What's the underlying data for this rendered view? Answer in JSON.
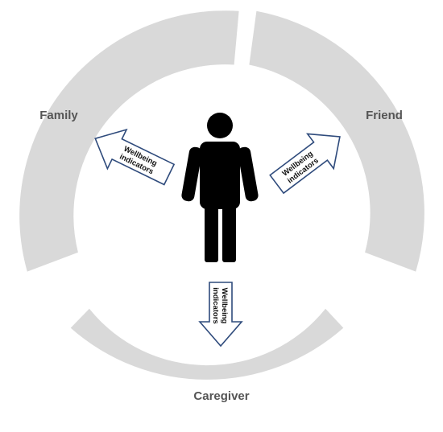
{
  "colors": {
    "ring": "#d9d9d9",
    "figure": "#000000",
    "arrow_stroke": "#2f4b7c",
    "arrow_fill": "#ffffff",
    "label": "#555555"
  },
  "segments": [
    {
      "id": "family",
      "label": "Family"
    },
    {
      "id": "friend",
      "label": "Friend"
    },
    {
      "id": "caregiver",
      "label": "Caregiver"
    }
  ],
  "arrows": [
    {
      "id": "family",
      "line1": "Wellbeing",
      "line2": "indicators"
    },
    {
      "id": "friend",
      "line1": "Wellbeing",
      "line2": "indicators"
    },
    {
      "id": "caregiver",
      "line1": "Wellbeing",
      "line2": "indicators"
    }
  ],
  "center": {
    "icon": "person-icon"
  }
}
